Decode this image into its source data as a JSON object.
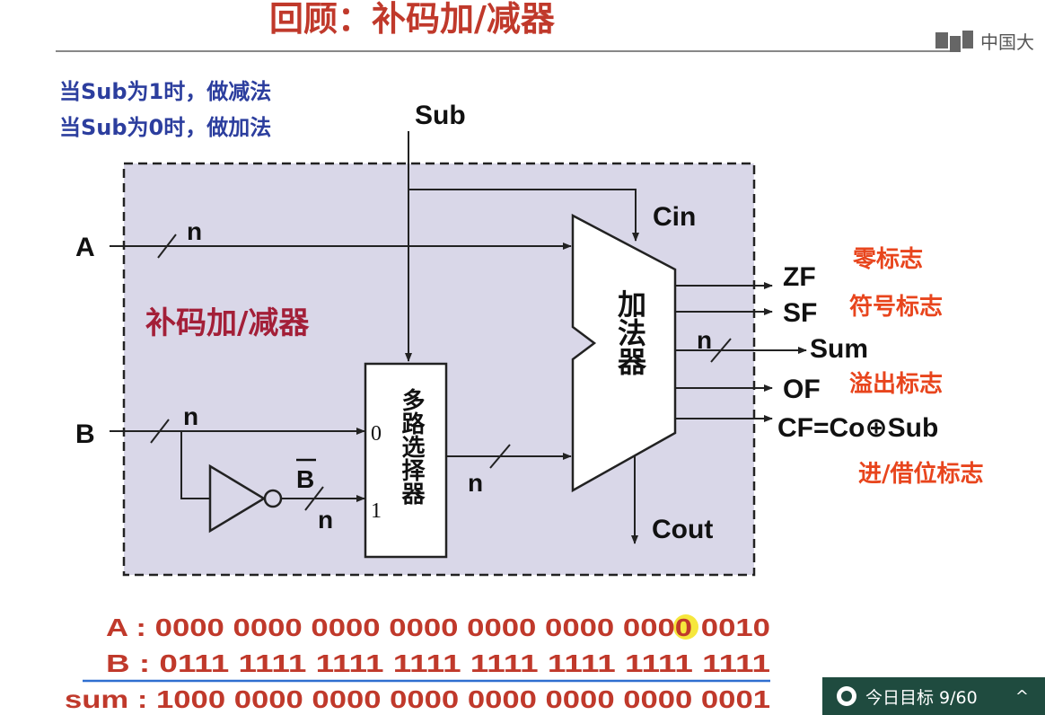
{
  "slide_title": "回顾：补码加/减器",
  "watermark": "中国大",
  "notes": [
    "当Sub为1时，做减法",
    "当Sub为0时，做加法"
  ],
  "box_title": "补码加/减器",
  "signals": {
    "sub": "Sub",
    "a": "A",
    "b": "B",
    "b_not": "B",
    "cin": "Cin",
    "cout": "Cout",
    "n": "n",
    "mux_in0": "0",
    "mux_in1": "1"
  },
  "mux_label": "多路选择器",
  "adder_label": "加法器",
  "outputs": [
    {
      "name": "ZF",
      "desc": "零标志"
    },
    {
      "name": "SF",
      "desc": "符号标志"
    },
    {
      "name": "Sum",
      "desc": ""
    },
    {
      "name": "OF",
      "desc": "溢出标志"
    },
    {
      "name": "CF=Co⊕Sub",
      "desc": "进/借位标志"
    }
  ],
  "calc": {
    "a": "A : 0000 0000 0000 0000 0000 0000 0000 0010",
    "b": "B : 0111 1111 1111 1111 1111 1111 1111 1111",
    "sum": "sum : 1000 0000 0000 0000 0000 0000 0000 0001"
  },
  "goal_bar": {
    "label": "今日目标 9/60",
    "caret": "^"
  },
  "colors": {
    "title_red": "#c0392b",
    "note_blue": "#2c3e9e",
    "box_fill": "#d9d7e8",
    "flag_red": "#e8451d",
    "calc_red": "#c0392b"
  }
}
